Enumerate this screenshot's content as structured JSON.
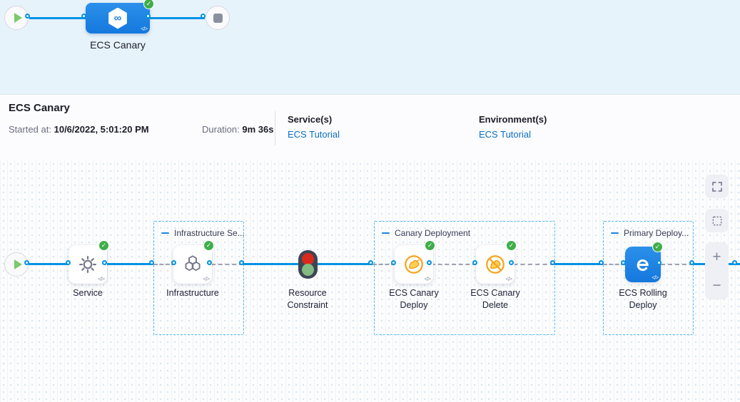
{
  "banner": {
    "stage_label": "ECS Canary"
  },
  "details": {
    "title": "ECS Canary",
    "started_label": "Started at:",
    "started_value": "10/6/2022, 5:01:20 PM",
    "duration_label": "Duration:",
    "duration_value": "9m 36s",
    "services_label": "Service(s)",
    "services_value": "ECS Tutorial",
    "environments_label": "Environment(s)",
    "environments_value": "ECS Tutorial"
  },
  "graph": {
    "groups": {
      "infrastructure": {
        "title": "Infrastructure Se..."
      },
      "canary": {
        "title": "Canary Deployment"
      },
      "primary": {
        "title": "Primary Deploy..."
      }
    },
    "nodes": {
      "service": {
        "label": "Service"
      },
      "infrastructure": {
        "label": "Infrastructure"
      },
      "resource_constraint": {
        "label": "Resource Constraint"
      },
      "canary_deploy": {
        "label": "ECS Canary Deploy"
      },
      "canary_delete": {
        "label": "ECS Canary Delete"
      },
      "rolling_deploy": {
        "label": "ECS Rolling Deploy"
      }
    }
  },
  "icons": {
    "check": "✓",
    "code": "</>",
    "infinity": "∞",
    "zoom_in": "+",
    "zoom_out": "−"
  },
  "colors": {
    "edge_blue": "#0092e4",
    "node_blue": "#1a7fe3",
    "success_green": "#3fae49",
    "canary_orange": "#f6a41d",
    "link_blue": "#0a6ebd",
    "banner_bg": "#e7f3fa",
    "traffic_red": "#d8291d",
    "traffic_green": "#82ba82"
  }
}
